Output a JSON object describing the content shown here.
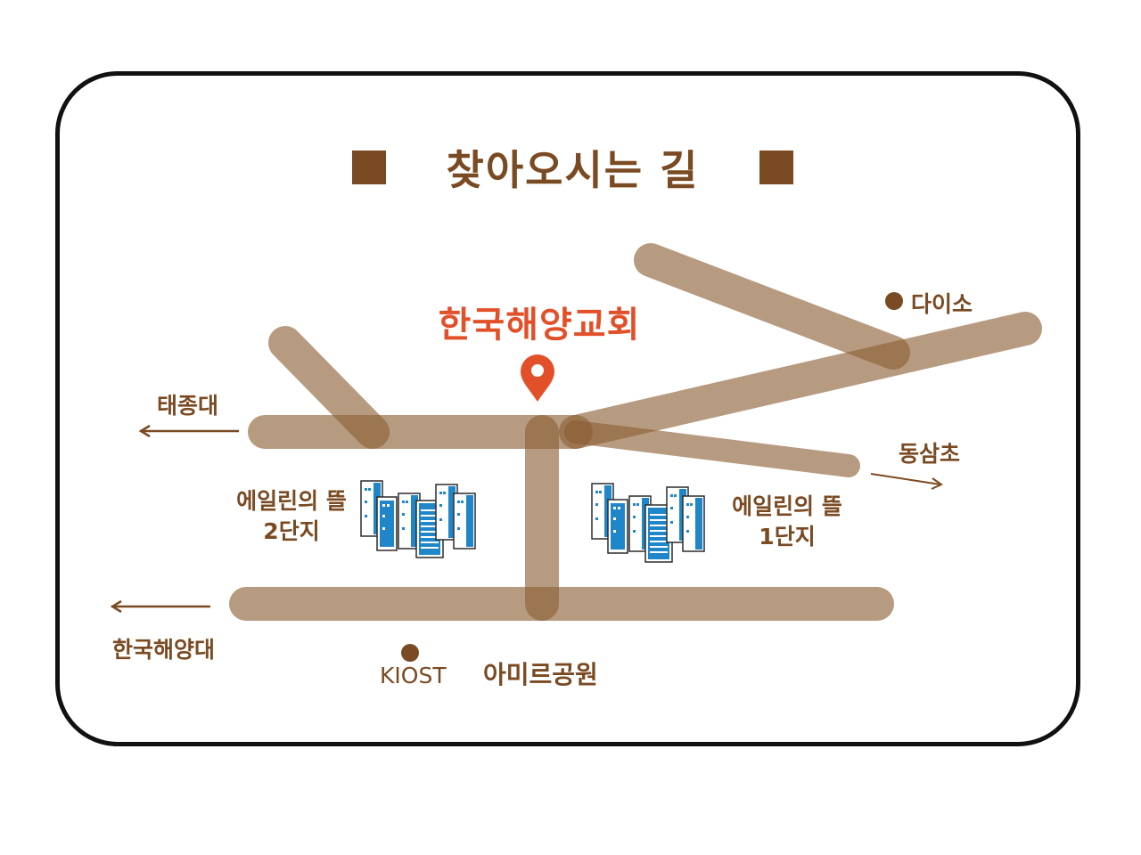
{
  "title": "찾아오시는 길",
  "church": {
    "name": "한국해양교회"
  },
  "labels": {
    "daiso": "다이소",
    "taejongdae": "태종대",
    "dongsamcho": "동삼초",
    "complex2_line1": "에일린의 뜰",
    "complex2_line2": "2단지",
    "complex1_line1": "에일린의 뜰",
    "complex1_line2": "1단지",
    "korea_maritime_univ": "한국해양대",
    "kiost": "KIOST",
    "amir_park": "아미르공원"
  },
  "colors": {
    "road": "#8b5e34",
    "text_brown": "#7a4a22",
    "accent_red": "#e2502a",
    "building_blue": "#1f86c9",
    "border": "#111111"
  },
  "icons": {
    "marker": "location-pin-icon",
    "poi": "dot-icon",
    "arrow_left": "arrow-left-icon",
    "arrow_right": "arrow-right-icon",
    "building": "apartment-buildings-icon"
  }
}
